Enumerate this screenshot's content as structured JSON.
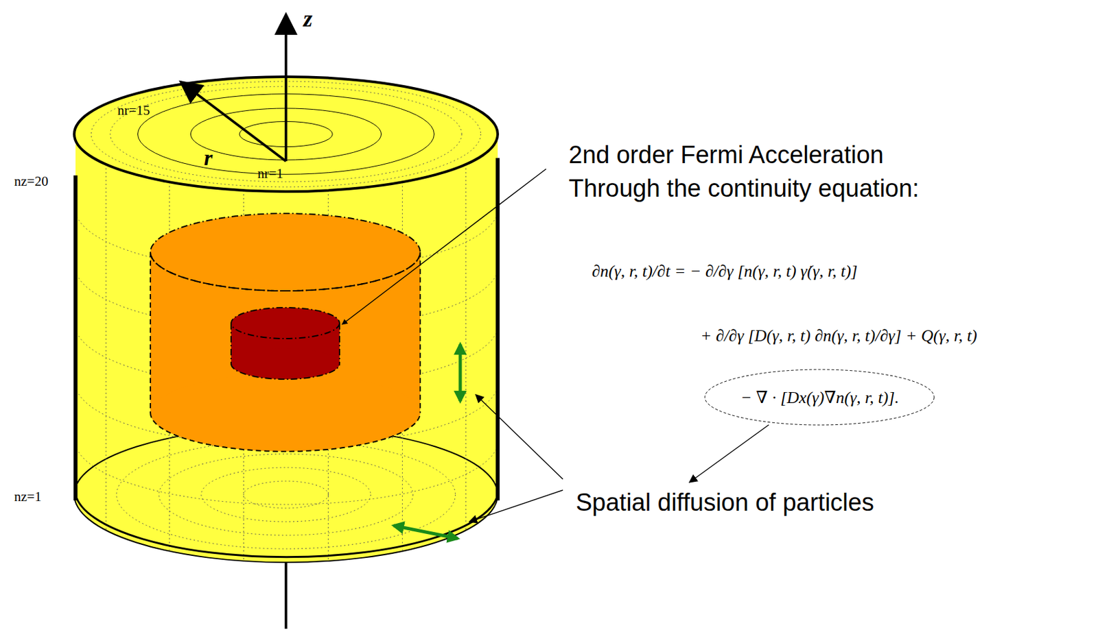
{
  "diagram": {
    "nodes": [
      {
        "text": [
          "− ∇ · [Dx(γ)∇n(γ, r, t)]."
        ]
      }
    ],
    "labels": [
      "z",
      "r",
      "nr=15",
      "nr=1",
      "nz=20",
      "nz=1",
      "2nd order Fermi Acceleration",
      "Through the continuity equation:",
      "∂n(γ, r, t)/∂t = − ∂/∂γ [n(γ, r, t) γ̇(γ, r, t)]",
      "+ ∂/∂γ [D(γ, r, t) ∂n(γ, r, t)/∂γ] + Q(γ, r, t)",
      "Spatial diffusion of particles"
    ]
  }
}
